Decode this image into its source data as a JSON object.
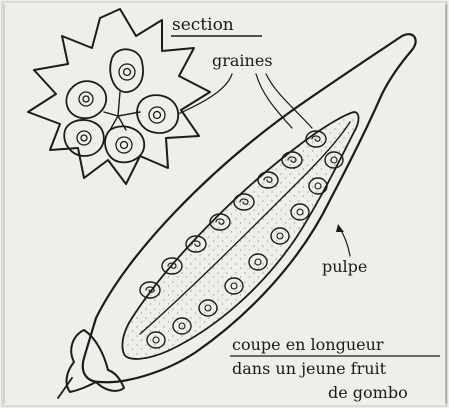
{
  "labels": {
    "section": "section",
    "graines": "graines",
    "pulpe": "pulpe",
    "caption_line1": "coupe en longueur",
    "caption_line2": "dans un jeune fruit",
    "caption_line3": "de gombo"
  },
  "colors": {
    "paper": "#efeeea",
    "ink": "#1b1b1b",
    "stipple": "#3a3a3a"
  }
}
